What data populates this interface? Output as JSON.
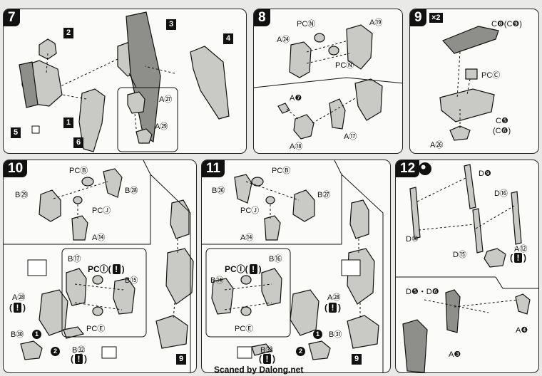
{
  "steps": {
    "s7": {
      "num": "7"
    },
    "s8": {
      "num": "8"
    },
    "s9": {
      "num": "9",
      "qty": "×2"
    },
    "s10": {
      "num": "10"
    },
    "s11": {
      "num": "11"
    },
    "s12": {
      "num": "12"
    }
  },
  "labels": {
    "p7": {
      "sub2": "2",
      "sub3": "3",
      "sub4": "4",
      "sub1": "1",
      "sub5": "5",
      "sub6": "6",
      "a27": "A㉗",
      "a29": "A㉙"
    },
    "p8": {
      "pcn1": "PCⓃ",
      "a19": "A⑲",
      "a24": "A㉔",
      "pcn2": "PCⓃ",
      "a7": "A❼",
      "a17": "A⑰",
      "a18": "A⑱"
    },
    "p9": {
      "c8": "C❽(C❾)",
      "pcc": "PCⒸ",
      "c5": "C❺",
      "c6": "(C❻)",
      "a26": "A㉖"
    },
    "p10": {
      "pcb": "PCⒷ",
      "b29": "B㉙",
      "b28": "B㉘",
      "pcj": "PCⒿ",
      "a14": "A⑭",
      "b17": "B⑰",
      "pci": "PCⒾ",
      "b15": "B⑮",
      "a28": "A㉘",
      "pce": "PCⒺ",
      "b30": "B㉚",
      "b32": "B㉜",
      "n1": "1",
      "n2": "2",
      "sub9": "9"
    },
    "p11": {
      "pcb": "PCⒷ",
      "b26": "B㉖",
      "b27": "B㉗",
      "pcj": "PCⒿ",
      "a14": "A⑭",
      "b16": "B⑯",
      "pci": "PCⒾ",
      "b14": "B⑭",
      "a28": "A㉘",
      "pce": "PCⒺ",
      "b31": "B㉛",
      "b33": "B㉝",
      "n1": "1",
      "n2": "2",
      "sub9": "9"
    },
    "p12": {
      "d9": "D❾",
      "d16": "D⑯",
      "d10": "D⑩",
      "d15": "D⑮",
      "a12": "A⑫",
      "d5": "D❺・D❻",
      "a4": "A❹",
      "a3": "A❸"
    }
  },
  "warn_symbol": "!",
  "watermark": "Scaned by Dalong.net",
  "colors": {
    "ink": "#111111",
    "paper": "#fbfbf9",
    "background": "#e9e9e7",
    "part_fill": "#c9c9c5",
    "part_shade": "#8e8e8a"
  }
}
